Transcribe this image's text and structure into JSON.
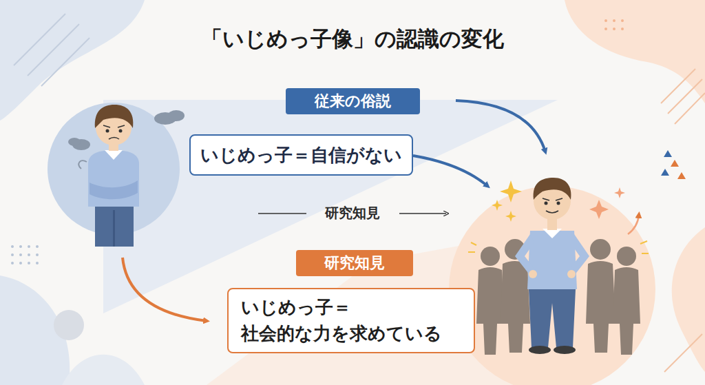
{
  "diagram": {
    "title": "「いじめっ子像」の認識の変化",
    "nodes": [
      {
        "text": [
          "従来の俗説"
        ]
      },
      {
        "text": [
          "いじめっ子＝自信がない"
        ]
      },
      {
        "text": [
          "研究知見"
        ]
      },
      {
        "text": [
          "いじめっ子＝ 社会的な力を求めている"
        ]
      }
    ],
    "labels": [
      "研究知見"
    ]
  }
}
